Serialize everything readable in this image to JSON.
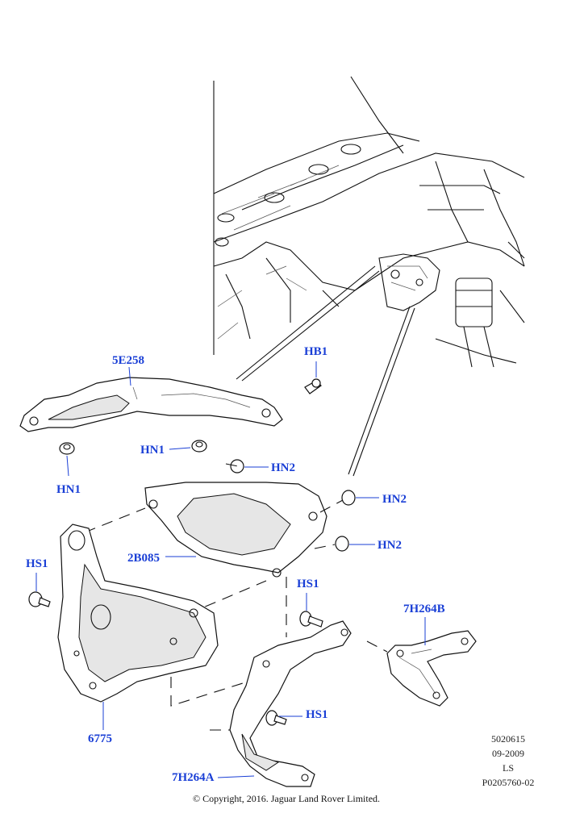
{
  "callouts": {
    "c_5e258": "5E258",
    "c_hb1": "HB1",
    "c_hn1_a": "HN1",
    "c_hn1_b": "HN1",
    "c_hn2_a": "HN2",
    "c_hn2_b": "HN2",
    "c_hn2_c": "HN2",
    "c_hs1_a": "HS1",
    "c_hs1_b": "HS1",
    "c_hs1_c": "HS1",
    "c_2b085": "2B085",
    "c_7h264b": "7H264B",
    "c_6775": "6775",
    "c_7h264a": "7H264A"
  },
  "reference": {
    "line1": "5020615",
    "line2": "09-2009",
    "line3": "LS",
    "line4": "P0205760-02"
  },
  "copyright": "© Copyright, 2016. Jaguar Land Rover Limited.",
  "colors": {
    "callout": "#1a3fd6",
    "line": "#111111"
  }
}
